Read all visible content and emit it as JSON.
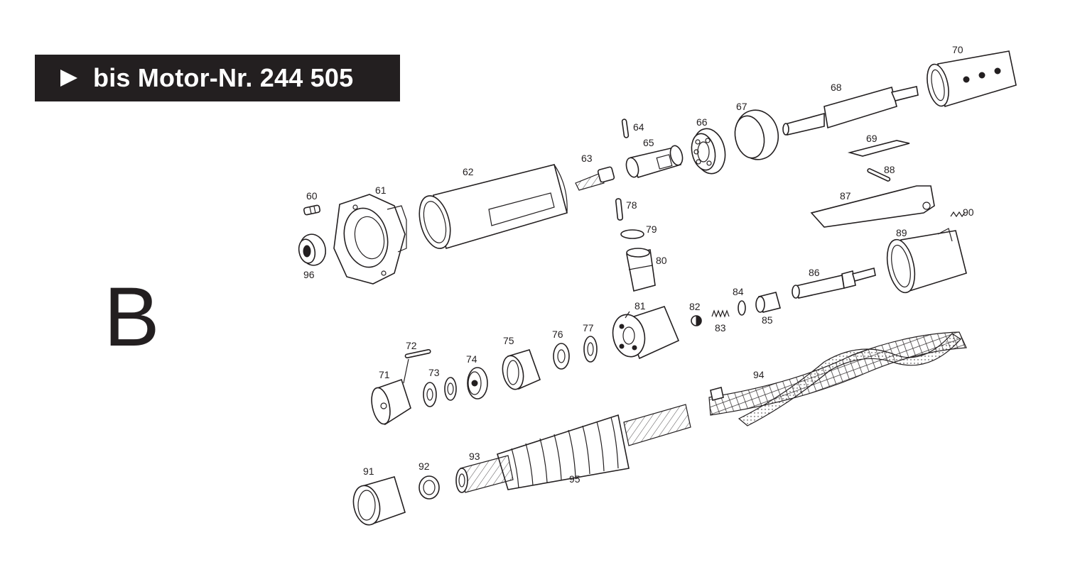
{
  "banner": {
    "text": "bis Motor-Nr. 244 505",
    "icon": "play-triangle-icon",
    "background": "#231f20",
    "color": "#ffffff"
  },
  "section_letter": "B",
  "parts": [
    {
      "id": "60",
      "label": "60"
    },
    {
      "id": "61",
      "label": "61"
    },
    {
      "id": "62",
      "label": "62"
    },
    {
      "id": "63",
      "label": "63"
    },
    {
      "id": "64",
      "label": "64"
    },
    {
      "id": "65",
      "label": "65"
    },
    {
      "id": "66",
      "label": "66"
    },
    {
      "id": "67",
      "label": "67"
    },
    {
      "id": "68",
      "label": "68"
    },
    {
      "id": "69",
      "label": "69"
    },
    {
      "id": "70",
      "label": "70"
    },
    {
      "id": "71",
      "label": "71"
    },
    {
      "id": "72",
      "label": "72"
    },
    {
      "id": "73",
      "label": "73"
    },
    {
      "id": "74",
      "label": "74"
    },
    {
      "id": "75",
      "label": "75"
    },
    {
      "id": "76",
      "label": "76"
    },
    {
      "id": "77",
      "label": "77"
    },
    {
      "id": "78",
      "label": "78"
    },
    {
      "id": "79",
      "label": "79"
    },
    {
      "id": "80",
      "label": "80"
    },
    {
      "id": "81",
      "label": "81"
    },
    {
      "id": "82",
      "label": "82"
    },
    {
      "id": "83",
      "label": "83"
    },
    {
      "id": "84",
      "label": "84"
    },
    {
      "id": "85",
      "label": "85"
    },
    {
      "id": "86",
      "label": "86"
    },
    {
      "id": "87",
      "label": "87"
    },
    {
      "id": "88",
      "label": "88"
    },
    {
      "id": "89",
      "label": "89"
    },
    {
      "id": "90",
      "label": "90"
    },
    {
      "id": "91",
      "label": "91"
    },
    {
      "id": "92",
      "label": "92"
    },
    {
      "id": "93",
      "label": "93"
    },
    {
      "id": "94",
      "label": "94"
    },
    {
      "id": "95",
      "label": "95"
    },
    {
      "id": "96",
      "label": "96"
    }
  ]
}
